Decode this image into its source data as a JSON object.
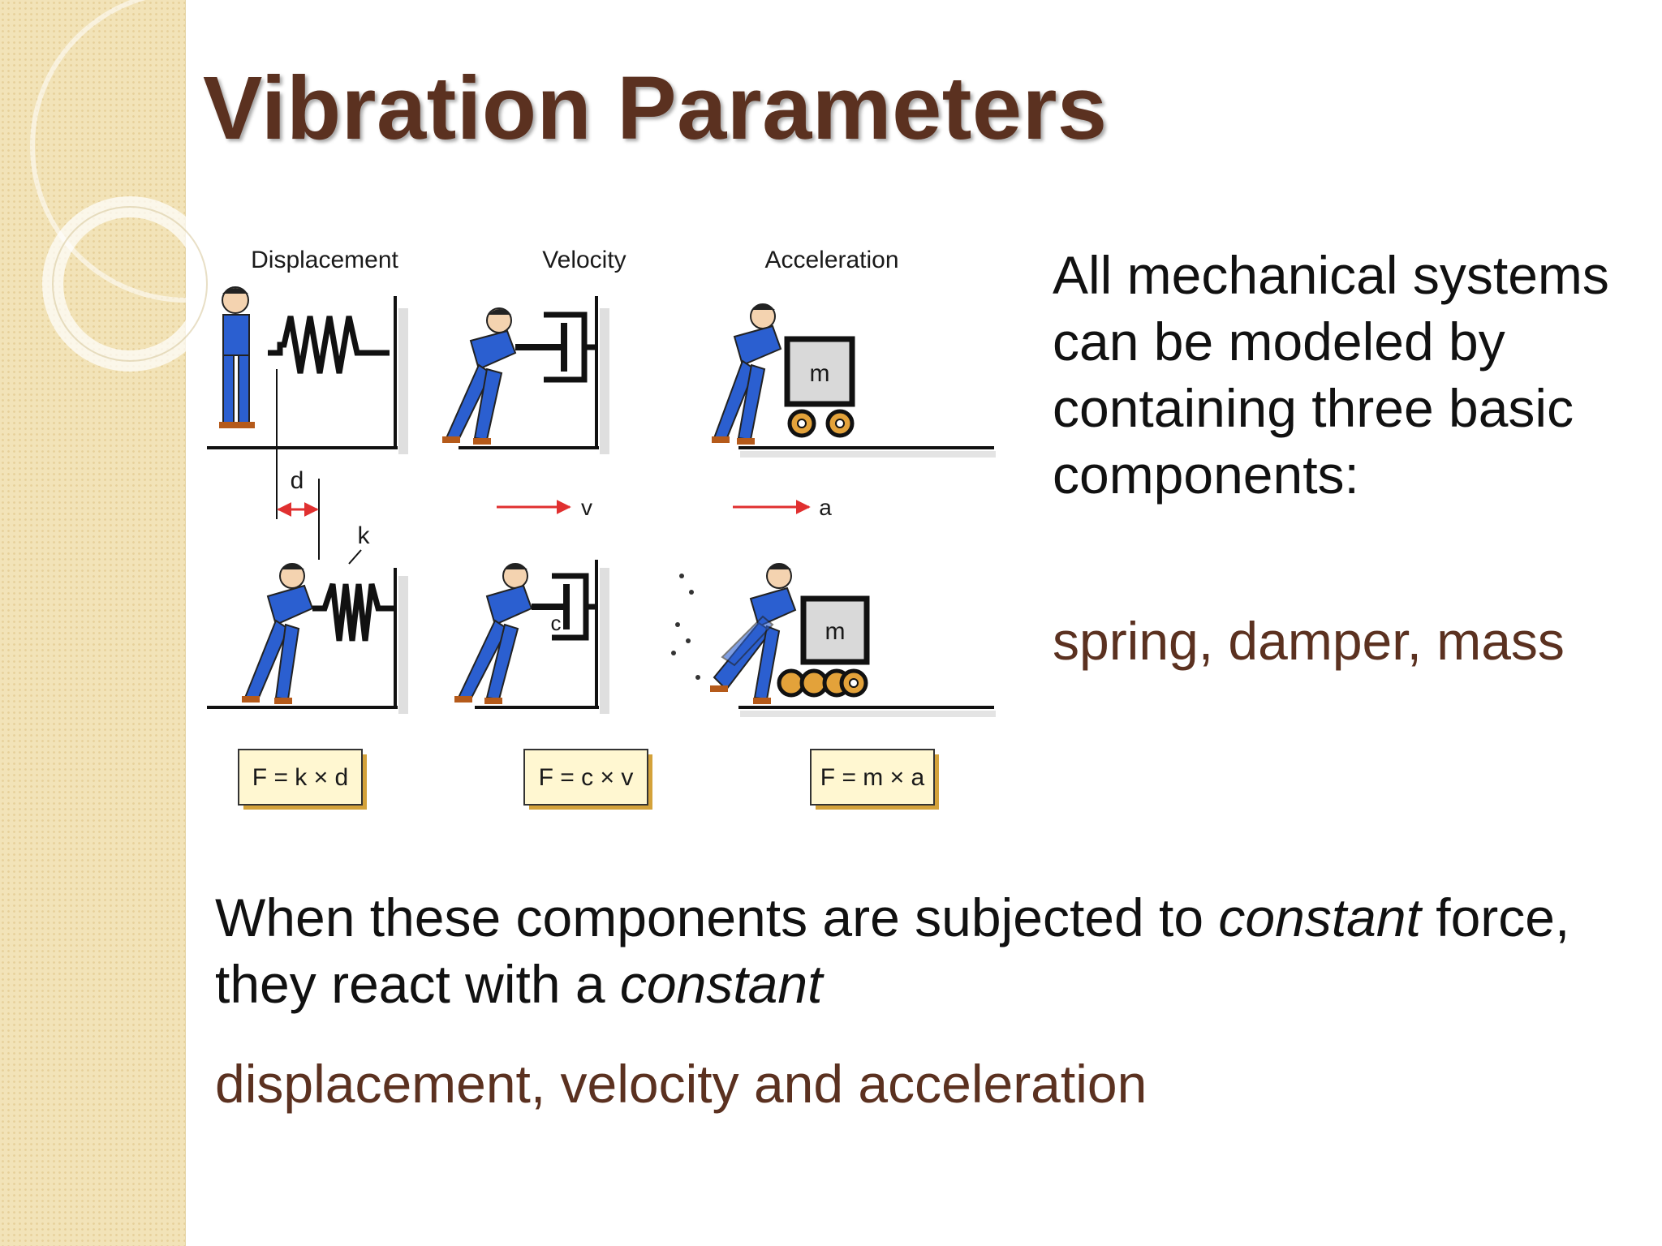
{
  "slide": {
    "title": "Vibration Parameters",
    "colors": {
      "title": "#5b3120",
      "accent": "#5b3120",
      "sidebar": "#f2e3b8",
      "body_text": "#111111"
    }
  },
  "figure": {
    "column_labels": [
      "Displacement",
      "Velocity",
      "Acceleration"
    ],
    "symbols": {
      "d": "d",
      "k": "k",
      "v": "v",
      "c": "c",
      "a": "a",
      "m": "m"
    },
    "formulas": [
      "F = k × d",
      "F = c × v",
      "F = m × a"
    ],
    "icons": [
      "worker-figure",
      "spring-icon",
      "damper-icon",
      "mass-cart-icon",
      "arrow-icon"
    ]
  },
  "right_text": {
    "paragraph": "All mechanical systems can be modeled by containing three basic components:",
    "highlight": "spring, damper, mass"
  },
  "bottom_text": {
    "part1": "When these components are subjected to ",
    "em1": "constant",
    "part2": " force, they react with a ",
    "em2": "constant",
    "highlight": "displacement,  velocity and acceleration"
  }
}
